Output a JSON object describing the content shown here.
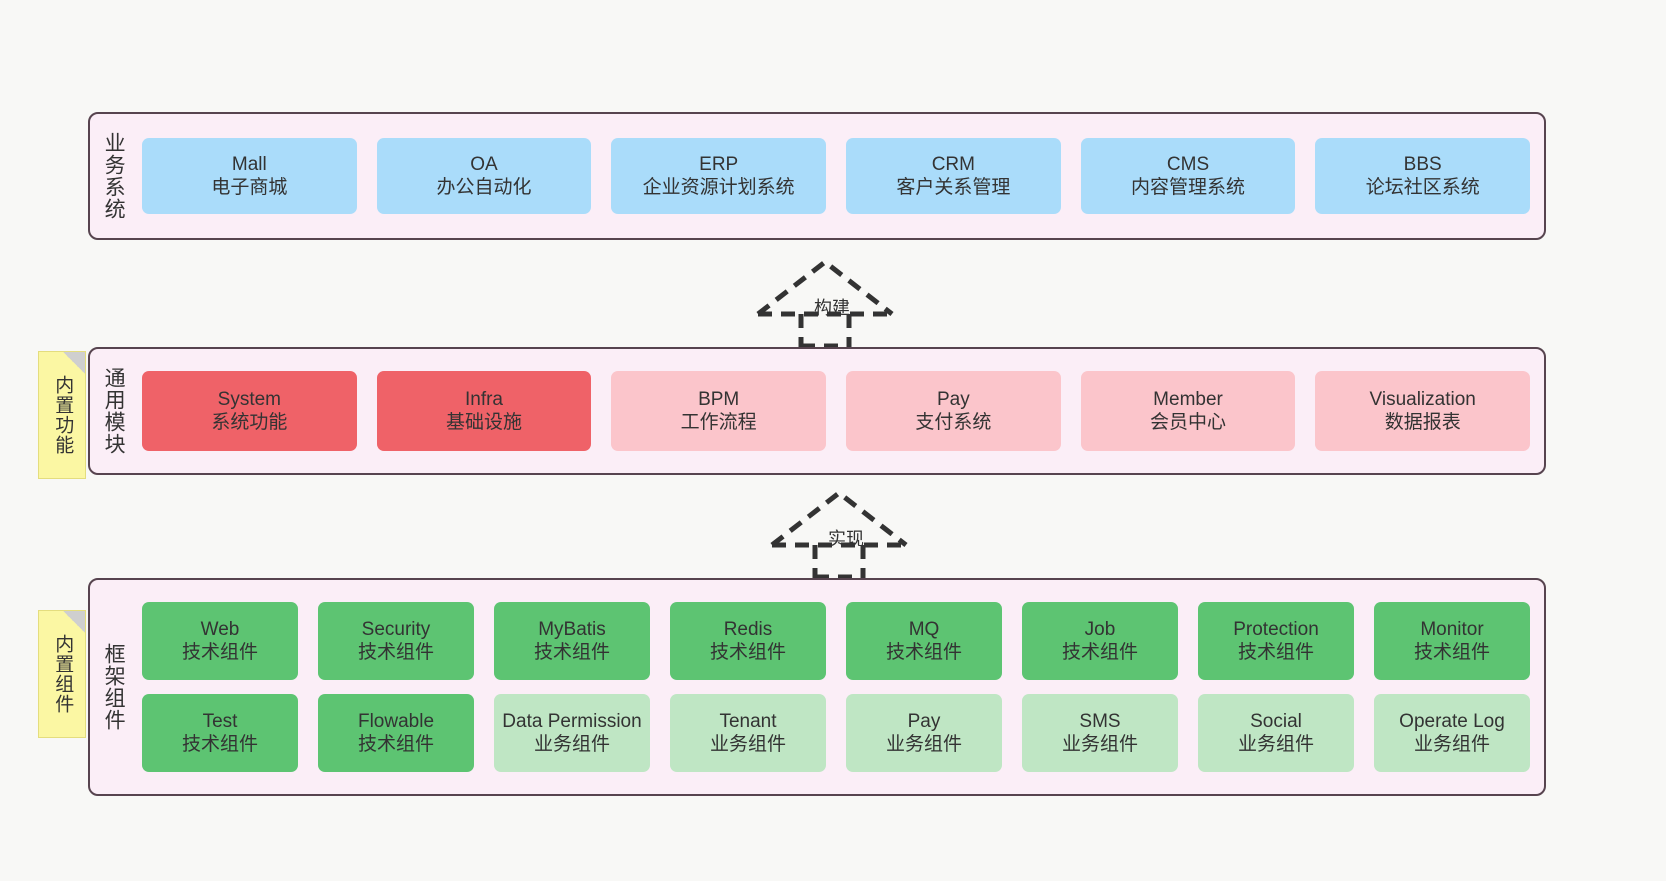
{
  "diagram": {
    "title": "ruoyi-vue-pro architecture layers",
    "background": "#f8f8f6",
    "panel_fill": "#fbeef7",
    "panel_border": "#57444f"
  },
  "notes": [
    {
      "label": "内置功能",
      "color": "#fbf7a3"
    },
    {
      "label": "内置组件",
      "color": "#fbf7a3"
    }
  ],
  "connectors": [
    {
      "label": "构建",
      "style": "dashed-generalization",
      "direction": "up"
    },
    {
      "label": "实现",
      "style": "dashed-generalization",
      "direction": "up"
    }
  ],
  "layers": [
    {
      "id": "business",
      "title": "业务系统",
      "rows": [
        {
          "cells": [
            {
              "t1": "Mall",
              "t2": "电子商城",
              "color": "#aadcfa"
            },
            {
              "t1": "OA",
              "t2": "办公自动化",
              "color": "#aadcfa"
            },
            {
              "t1": "ERP",
              "t2": "企业资源计划系统",
              "color": "#aadcfa"
            },
            {
              "t1": "CRM",
              "t2": "客户关系管理",
              "color": "#aadcfa"
            },
            {
              "t1": "CMS",
              "t2": "内容管理系统",
              "color": "#aadcfa"
            },
            {
              "t1": "BBS",
              "t2": "论坛社区系统",
              "color": "#aadcfa"
            }
          ]
        }
      ]
    },
    {
      "id": "common",
      "title": "通用模块",
      "rows": [
        {
          "cells": [
            {
              "t1": "System",
              "t2": "系统功能",
              "color": "#ef6268"
            },
            {
              "t1": "Infra",
              "t2": "基础设施",
              "color": "#ef6268"
            },
            {
              "t1": "BPM",
              "t2": "工作流程",
              "color": "#fbc5cb"
            },
            {
              "t1": "Pay",
              "t2": "支付系统",
              "color": "#fbc5cb"
            },
            {
              "t1": "Member",
              "t2": "会员中心",
              "color": "#fbc5cb"
            },
            {
              "t1": "Visualization",
              "t2": "数据报表",
              "color": "#fbc5cb"
            }
          ]
        }
      ]
    },
    {
      "id": "framework",
      "title": "框架组件",
      "rows": [
        {
          "cells": [
            {
              "t1": "Web",
              "t2": "技术组件",
              "color": "#5dc472"
            },
            {
              "t1": "Security",
              "t2": "技术组件",
              "color": "#5dc472"
            },
            {
              "t1": "MyBatis",
              "t2": "技术组件",
              "color": "#5dc472"
            },
            {
              "t1": "Redis",
              "t2": "技术组件",
              "color": "#5dc472"
            },
            {
              "t1": "MQ",
              "t2": "技术组件",
              "color": "#5dc472"
            },
            {
              "t1": "Job",
              "t2": "技术组件",
              "color": "#5dc472"
            },
            {
              "t1": "Protection",
              "t2": "技术组件",
              "color": "#5dc472"
            },
            {
              "t1": "Monitor",
              "t2": "技术组件",
              "color": "#5dc472"
            }
          ]
        },
        {
          "cells": [
            {
              "t1": "Test",
              "t2": "技术组件",
              "color": "#5dc472"
            },
            {
              "t1": "Flowable",
              "t2": "技术组件",
              "color": "#5dc472"
            },
            {
              "t1": "Data Permission",
              "t2": "业务组件",
              "color": "#bfe6c4"
            },
            {
              "t1": "Tenant",
              "t2": "业务组件",
              "color": "#bfe6c4"
            },
            {
              "t1": "Pay",
              "t2": "业务组件",
              "color": "#bfe6c4"
            },
            {
              "t1": "SMS",
              "t2": "业务组件",
              "color": "#bfe6c4"
            },
            {
              "t1": "Social",
              "t2": "业务组件",
              "color": "#bfe6c4"
            },
            {
              "t1": "Operate Log",
              "t2": "业务组件",
              "color": "#bfe6c4"
            }
          ]
        }
      ]
    }
  ]
}
